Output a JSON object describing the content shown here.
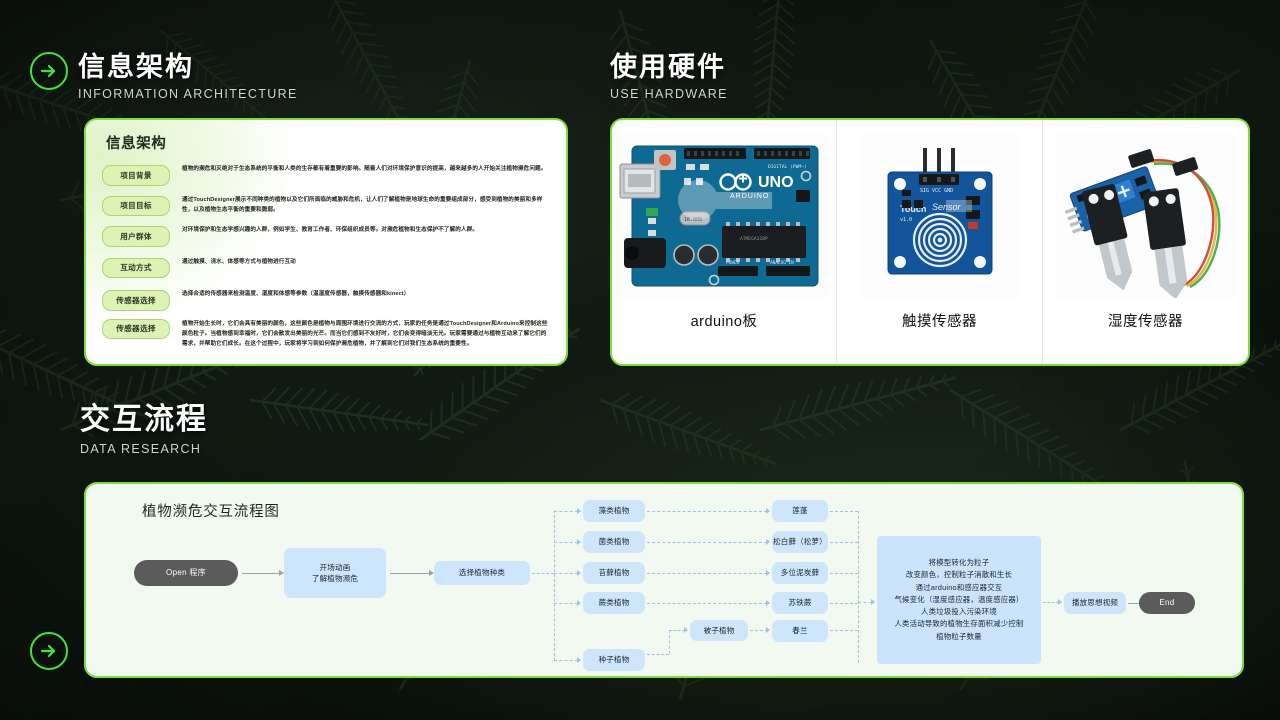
{
  "sections": {
    "information_architecture": {
      "title_cn": "信息架构",
      "title_en": "INFORMATION ARCHITECTURE",
      "card_title": "信息架构",
      "rows": [
        {
          "label": "项目背景",
          "text": "植物的濒危和灭绝对于生态系统的平衡和人类的生存都有着重要的影响。随着人们对环境保护意识的提高，越来越多的人开始关注植物濒危问题。"
        },
        {
          "label": "项目目标",
          "text": "通过TouchDesigner展示不同种类的植物以及它们所面临的威胁和危机，让人们了解植物是地球生命的重要组成部分，感受到植物的美丽和多样性，以及植物生态平衡的重要和脆弱。"
        },
        {
          "label": "用户群体",
          "text": "对环境保护和生态学感兴趣的人群，例如学生、教育工作者、环保组织成员等。对濒危植物和生态保护不了解的人群。"
        },
        {
          "label": "互动方式",
          "text": "通过触摸、浇水、体感等方式与植物进行互动"
        },
        {
          "label": "传感器选择",
          "text": "选择合适的传感器来检测温度、湿度和体感等参数（温湿度传感器，触摸传感器和kinect）"
        },
        {
          "label": "传感器选择",
          "text": "植物开始生长时，它们会具有美丽的颜色，这些颜色是植物与周围环境进行交流的方式，玩家的任务是通过TouchDesigner和Arduino来控制这些颜色粒子。当植物感到幸福时，它们会散发出美丽的光芒。而当它们感到不友好时，它们会变得暗淡无光。玩家需要通过与植物互动来了解它们的需求，并帮助它们成长。在这个过程中，玩家将学习到如何保护濒危植物，并了解到它们对我们生态系统的重要性。"
        }
      ]
    },
    "use_hardware": {
      "title_cn": "使用硬件",
      "title_en": "USE HARDWARE",
      "items": [
        {
          "caption": "arduino板",
          "image": "arduino-uno-board",
          "board_text": "UNO",
          "brand_text": "ARDUINO"
        },
        {
          "caption": "触摸传感器",
          "image": "touch-sensor-module",
          "board_text": "Touch Sensor",
          "version_text": "v1.0",
          "pin_labels": "SIG VCC GND"
        },
        {
          "caption": "湿度传感器",
          "image": "soil-moisture-sensor",
          "board_text": ""
        }
      ]
    },
    "interaction_flow": {
      "title_cn": "交互流程",
      "title_en": "DATA RESEARCH",
      "chart_title": "植物濒危交互流程图",
      "nodes": {
        "start": "Open 程序",
        "intro_line1": "开场动画",
        "intro_line2": "了解植物濒危",
        "select": "选择植物种类",
        "end": "End",
        "play_video": "播放思想视频"
      },
      "plant_types": [
        "藻类植物",
        "菌类植物",
        "苔藓植物",
        "蕨类植物",
        "种子植物"
      ],
      "sub_type": "被子植物",
      "species": [
        "莲蓬",
        "松白藓（松萝）",
        "多位泥炭藓",
        "苏铁蕨",
        "春兰"
      ],
      "detail_lines": [
        "将模型转化为粒子",
        "改变颜色，控制粒子消散和生长",
        "通过arduino和感应器交互",
        "气候变化（湿度感应器，温度感应器）",
        "人类垃圾投入污染环境",
        "人类活动导致的植物生存面积减少控制",
        "植物粒子数量"
      ]
    }
  },
  "icons": {
    "arrow_circle_top": "arrow-right-circle-icon",
    "arrow_circle_bottom": "arrow-right-circle-icon"
  },
  "theme": {
    "accent_green": "#7ede35",
    "badge_green": "#46e23c",
    "node_blue": "#cde6fb",
    "node_dark": "#5b5b5b",
    "pill_green": "#ddf2b4"
  }
}
